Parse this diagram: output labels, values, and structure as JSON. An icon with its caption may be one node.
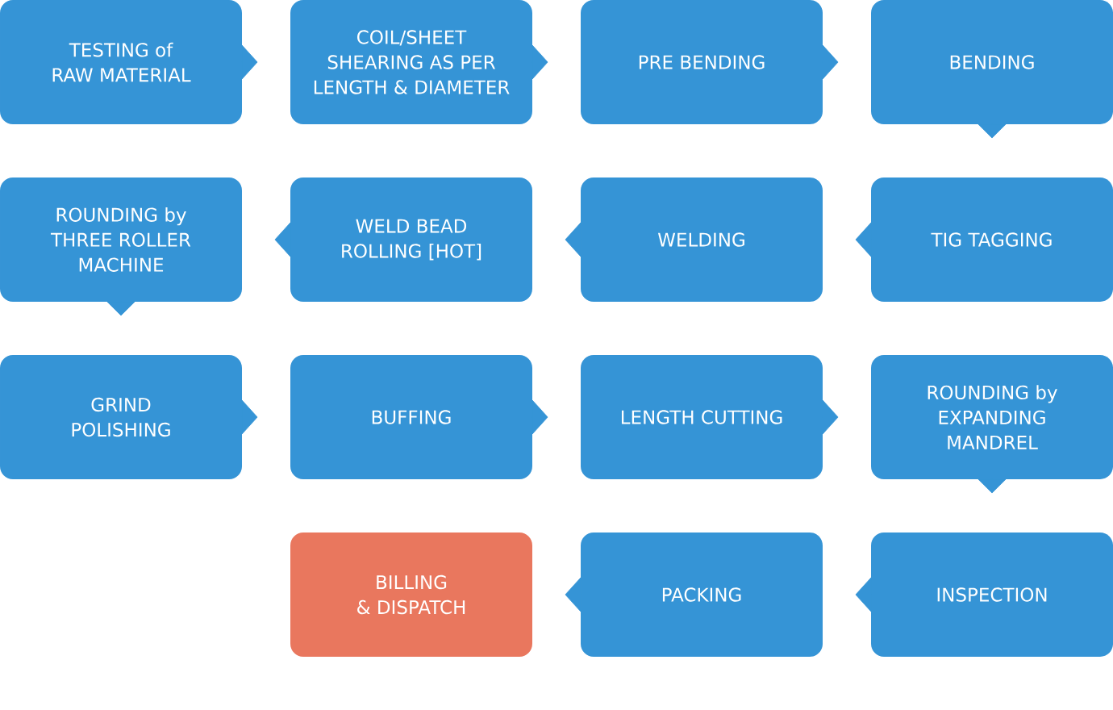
{
  "diagram": {
    "nodes": [
      {
        "text": [
          "TESTING of RAW MATERIAL"
        ]
      },
      {
        "text": [
          "COIL/SHEET SHEARING AS PER LENGTH & DIAMETER"
        ]
      },
      {
        "text": [
          "PRE BENDING"
        ]
      },
      {
        "text": [
          "BENDING"
        ]
      },
      {
        "text": [
          "ROUNDING by THREE ROLLER MACHINE"
        ]
      },
      {
        "text": [
          "WELD BEAD ROLLING [HOT]"
        ]
      },
      {
        "text": [
          "WELDING"
        ]
      },
      {
        "text": [
          "TIG TAGGING"
        ]
      },
      {
        "text": [
          "GRIND POLISHING"
        ]
      },
      {
        "text": [
          "BUFFING"
        ]
      },
      {
        "text": [
          "LENGTH CUTTING"
        ]
      },
      {
        "text": [
          "ROUNDING by EXPANDING MANDREL"
        ]
      },
      {
        "text": [
          "BILLING & DISPATCH"
        ]
      },
      {
        "text": [
          "PACKING"
        ]
      },
      {
        "text": [
          "INSPECTION"
        ]
      }
    ],
    "edges": [
      {
        "from": 0,
        "to": 1,
        "arrow": "to"
      },
      {
        "from": 1,
        "to": 2,
        "arrow": "to"
      },
      {
        "from": 2,
        "to": 3,
        "arrow": "to"
      },
      {
        "from": 3,
        "to": 7,
        "arrow": "to"
      },
      {
        "from": 7,
        "to": 6,
        "arrow": "to"
      },
      {
        "from": 6,
        "to": 5,
        "arrow": "to"
      },
      {
        "from": 5,
        "to": 4,
        "arrow": "to"
      },
      {
        "from": 4,
        "to": 8,
        "arrow": "to"
      },
      {
        "from": 8,
        "to": 9,
        "arrow": "to"
      },
      {
        "from": 9,
        "to": 10,
        "arrow": "to"
      },
      {
        "from": 10,
        "to": 11,
        "arrow": "to"
      },
      {
        "from": 11,
        "to": 14,
        "arrow": "to"
      },
      {
        "from": 14,
        "to": 13,
        "arrow": "to"
      },
      {
        "from": 13,
        "to": 12,
        "arrow": "to"
      }
    ]
  }
}
